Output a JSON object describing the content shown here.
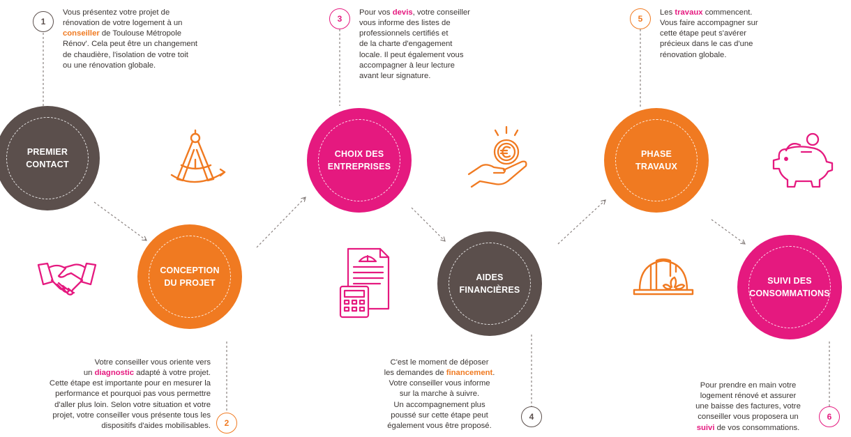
{
  "colors": {
    "grey": "#5b4f4c",
    "orange": "#f07a21",
    "pink": "#e5197f"
  },
  "steps": [
    {
      "number": "1",
      "title_lines": [
        "PREMIER",
        "CONTACT"
      ],
      "color": "grey",
      "icon": "compass-icon",
      "desc": [
        {
          "pre": "Vous présentez votre projet de",
          "hl": "",
          "post": ""
        },
        {
          "pre": "rénovation de votre logement à un",
          "hl": "",
          "post": ""
        },
        {
          "pre": "",
          "hl": "conseiller",
          "post": " de Toulouse Métropole"
        },
        {
          "pre": "Rénov'. Cela peut être un changement",
          "hl": "",
          "post": ""
        },
        {
          "pre": "de chaudière, l'isolation de votre toit",
          "hl": "",
          "post": ""
        },
        {
          "pre": "ou une rénovation globale.",
          "hl": "",
          "post": ""
        }
      ]
    },
    {
      "number": "2",
      "title_lines": [
        "CONCEPTION",
        "DU PROJET"
      ],
      "color": "orange",
      "icon": "handshake-icon",
      "desc": [
        {
          "pre": "Votre conseiller vous oriente vers",
          "hl": "",
          "post": ""
        },
        {
          "pre": "un ",
          "hl": "diagnostic",
          "post": " adapté à votre projet."
        },
        {
          "pre": "Cette étape est importante pour en mesurer la",
          "hl": "",
          "post": ""
        },
        {
          "pre": "performance et pourquoi pas vous permettre",
          "hl": "",
          "post": ""
        },
        {
          "pre": "d'aller plus loin. Selon votre situation et votre",
          "hl": "",
          "post": ""
        },
        {
          "pre": "projet, votre conseiller vous présente tous les",
          "hl": "",
          "post": ""
        },
        {
          "pre": "dispositifs d'aides mobilisables.",
          "hl": "",
          "post": ""
        }
      ]
    },
    {
      "number": "3",
      "title_lines": [
        "CHOIX DES",
        "ENTREPRISES"
      ],
      "color": "pink",
      "icon": "documents-calculator-icon",
      "desc": [
        {
          "pre": "Pour vos ",
          "hl": "devis",
          "post": ", votre conseiller"
        },
        {
          "pre": "vous informe des listes de",
          "hl": "",
          "post": ""
        },
        {
          "pre": "professionnels certifiés et",
          "hl": "",
          "post": ""
        },
        {
          "pre": "de la charte d'engagement",
          "hl": "",
          "post": ""
        },
        {
          "pre": "locale. Il peut également vous",
          "hl": "",
          "post": ""
        },
        {
          "pre": "accompagner à leur lecture",
          "hl": "",
          "post": ""
        },
        {
          "pre": "avant leur signature.",
          "hl": "",
          "post": ""
        }
      ]
    },
    {
      "number": "4",
      "title_lines": [
        "AIDES",
        "FINANCIÈRES"
      ],
      "color": "grey",
      "icon": "euro-coin-hand-icon",
      "desc": [
        {
          "pre": "C'est le moment de déposer",
          "hl": "",
          "post": ""
        },
        {
          "pre": "les demandes de ",
          "hl": "financement",
          "post": "."
        },
        {
          "pre": "Votre conseiller vous informe",
          "hl": "",
          "post": ""
        },
        {
          "pre": "sur la marche à suivre.",
          "hl": "",
          "post": ""
        },
        {
          "pre": "Un accompagnement plus",
          "hl": "",
          "post": ""
        },
        {
          "pre": "poussé sur cette étape peut",
          "hl": "",
          "post": ""
        },
        {
          "pre": "également vous être proposé.",
          "hl": "",
          "post": ""
        }
      ]
    },
    {
      "number": "5",
      "title_lines": [
        "PHASE",
        "TRAVAUX"
      ],
      "color": "orange",
      "icon": "hard-hat-icon",
      "desc": [
        {
          "pre": "Les ",
          "hl": "travaux",
          "post": " commencent."
        },
        {
          "pre": "Vous faire accompagner sur",
          "hl": "",
          "post": ""
        },
        {
          "pre": "cette étape peut s'avérer",
          "hl": "",
          "post": ""
        },
        {
          "pre": "précieux dans le cas d'une",
          "hl": "",
          "post": ""
        },
        {
          "pre": "rénovation globale.",
          "hl": "",
          "post": ""
        }
      ]
    },
    {
      "number": "6",
      "title_lines": [
        "SUIVI DES",
        "CONSOMMATIONS"
      ],
      "color": "pink",
      "icon": "piggy-bank-icon",
      "desc": [
        {
          "pre": "Pour prendre en main votre",
          "hl": "",
          "post": ""
        },
        {
          "pre": "logement rénové et assurer",
          "hl": "",
          "post": ""
        },
        {
          "pre": "une baisse des factures, votre",
          "hl": "",
          "post": ""
        },
        {
          "pre": "conseiller vous proposera un",
          "hl": "",
          "post": ""
        },
        {
          "pre": "",
          "hl": "suivi",
          "post": " de vos consommations."
        }
      ]
    }
  ]
}
